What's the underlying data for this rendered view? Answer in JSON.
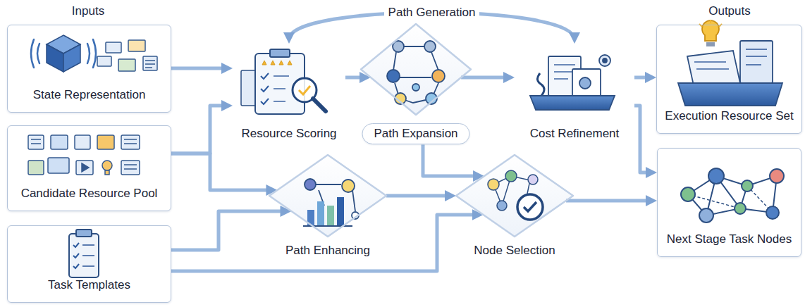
{
  "diagram": {
    "nodes": [
      {
        "text": [
          "State Representation"
        ]
      },
      {
        "text": [
          "Candidate Resource Pool"
        ]
      },
      {
        "text": [
          "Task Templates"
        ]
      },
      {
        "text": [
          "Resource Scoring"
        ]
      },
      {
        "text": [
          "Path Expansion"
        ]
      },
      {
        "text": [
          "Cost Refinement"
        ]
      },
      {
        "text": [
          "Path Enhancing"
        ]
      },
      {
        "text": [
          "Node Selection"
        ]
      },
      {
        "text": [
          "Execution Resource Set"
        ]
      },
      {
        "text": [
          "Next Stage Task Nodes"
        ]
      }
    ],
    "edges": [
      {
        "from": 0,
        "to": 3,
        "arrow": "to"
      },
      {
        "from": 1,
        "to": 3,
        "arrow": "to"
      },
      {
        "from": 1,
        "to": 6,
        "arrow": "to"
      },
      {
        "from": 2,
        "to": 6,
        "arrow": "to"
      },
      {
        "from": 2,
        "to": 7,
        "arrow": "to"
      },
      {
        "from": 3,
        "to": 4,
        "arrow": "to"
      },
      {
        "from": 3,
        "to": 5,
        "label": "Path Generation",
        "arrow": "both"
      },
      {
        "from": 4,
        "to": 5,
        "arrow": "to"
      },
      {
        "from": 4,
        "to": 7,
        "arrow": "to"
      },
      {
        "from": 6,
        "to": 7,
        "arrow": "to"
      },
      {
        "from": 5,
        "to": 8,
        "arrow": "to"
      },
      {
        "from": 5,
        "to": 9,
        "arrow": "to"
      },
      {
        "from": 7,
        "to": 9,
        "arrow": "to"
      }
    ],
    "labels": [
      "Inputs",
      "Outputs"
    ]
  }
}
